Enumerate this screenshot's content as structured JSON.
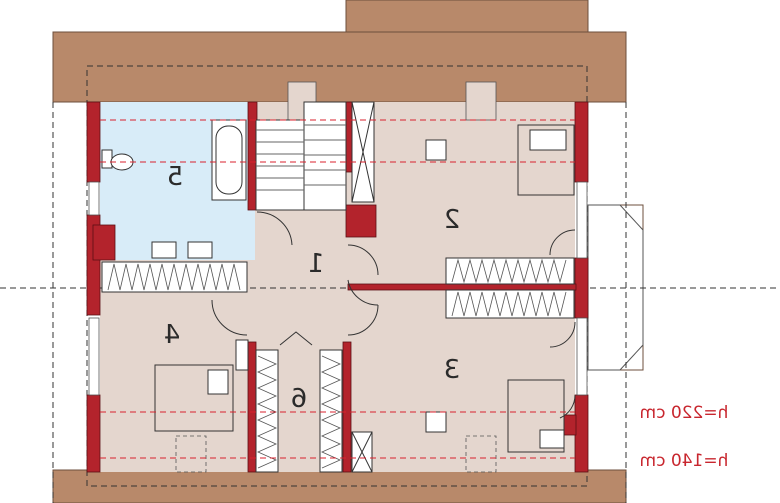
{
  "rooms": [
    {
      "id": "room-1",
      "number": "1"
    },
    {
      "id": "room-2",
      "number": "2"
    },
    {
      "id": "room-3",
      "number": "3"
    },
    {
      "id": "room-4",
      "number": "4"
    },
    {
      "id": "room-5",
      "number": "5"
    },
    {
      "id": "room-6",
      "number": "6"
    }
  ],
  "legend": {
    "line1": "h=220 cm",
    "line2": "h=140 cm"
  },
  "colors": {
    "roof": "#b8896a",
    "wall": "#b3232c",
    "floor": "#e4d6ce",
    "bathroom": "#d8ecf8",
    "legend_line": "#d9222e"
  }
}
